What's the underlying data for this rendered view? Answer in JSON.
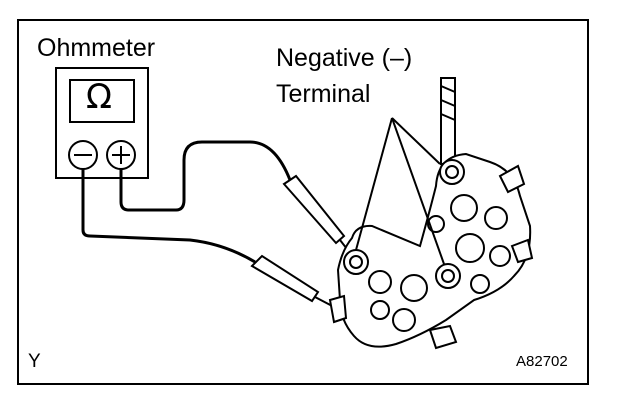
{
  "diagram": {
    "meter_label": "Ohmmeter",
    "meter_symbol": "Ω",
    "callout_line1": "Negative (–)",
    "callout_line2": "Terminal",
    "corner_letter": "Y",
    "figure_code": "A82702"
  },
  "colors": {
    "ink": "#000000",
    "paper": "#ffffff"
  }
}
